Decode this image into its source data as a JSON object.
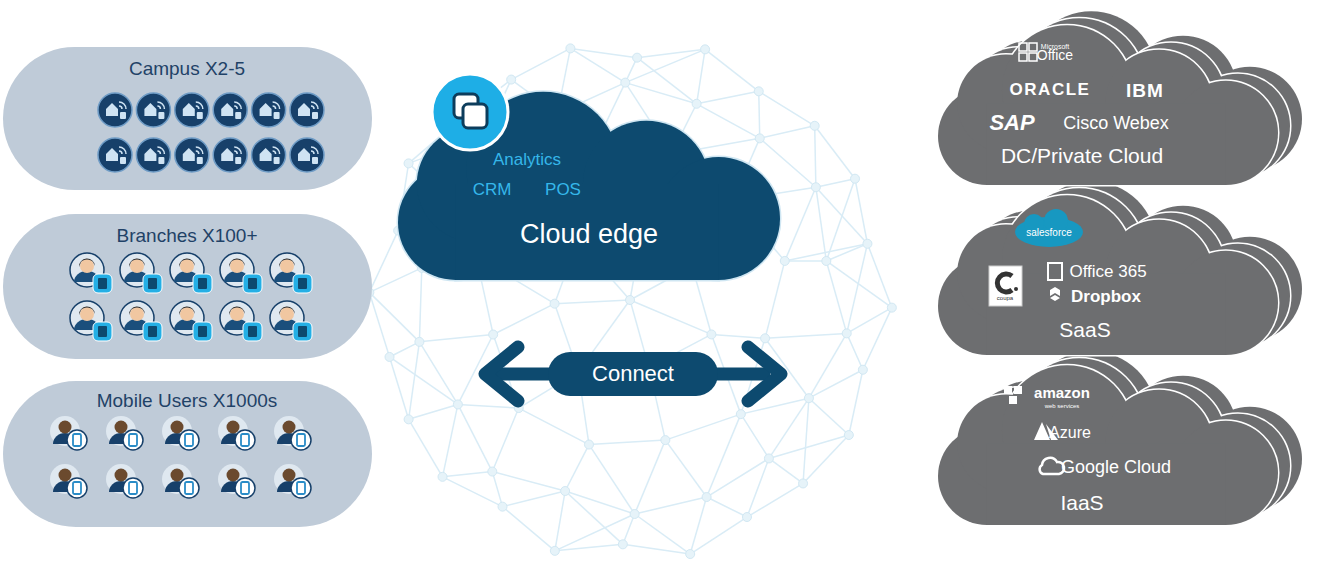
{
  "diagram": {
    "nodes": [
      {
        "text": [
          "Campus X2-5"
        ]
      },
      {
        "text": [
          "Branches X100+"
        ]
      },
      {
        "text": [
          "Mobile Users X1000s"
        ]
      },
      {
        "text": [
          "Analytics",
          "CRM",
          "POS",
          "Cloud edge"
        ]
      },
      {
        "text": [
          "Microsoft",
          "Office",
          "ORACLE",
          "IBM",
          "SAP",
          "Cisco Webex",
          "DC/Private Cloud"
        ]
      },
      {
        "text": [
          "salesforce",
          "coupa",
          "Office 365",
          "Dropbox",
          "SaaS"
        ]
      },
      {
        "text": [
          "amazon",
          "web services",
          "Azure",
          "Google Cloud",
          "IaaS"
        ]
      }
    ],
    "labels": [
      "Connect"
    ]
  }
}
